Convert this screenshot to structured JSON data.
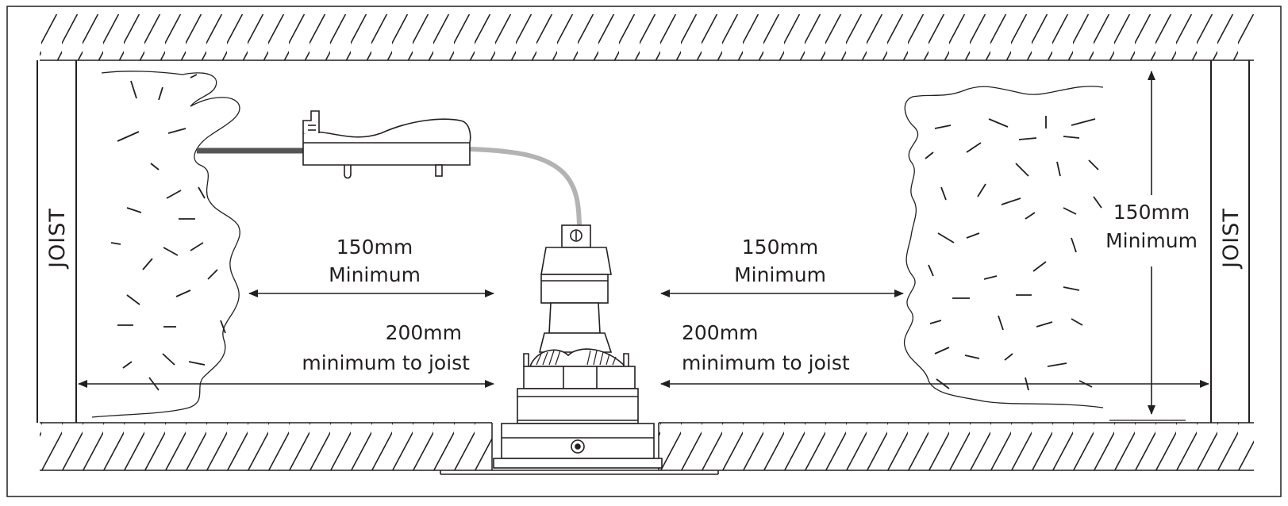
{
  "diagram": {
    "joist_left_label": "JOIST",
    "joist_right_label": "JOIST",
    "left_clearance": {
      "line1": "150mm",
      "line2": "Minimum"
    },
    "right_clearance": {
      "line1": "150mm",
      "line2": "Minimum"
    },
    "left_joist_distance": {
      "line1": "200mm",
      "line2": "minimum to joist"
    },
    "right_joist_distance": {
      "line1": "200mm",
      "line2": "minimum to joist"
    },
    "vertical_clearance": {
      "line1": "150mm",
      "line2": "Minimum"
    }
  },
  "colors": {
    "ink": "#231f20",
    "cable_light": "#b3b3b3",
    "cable_dark": "#555555",
    "background": "#ffffff"
  }
}
